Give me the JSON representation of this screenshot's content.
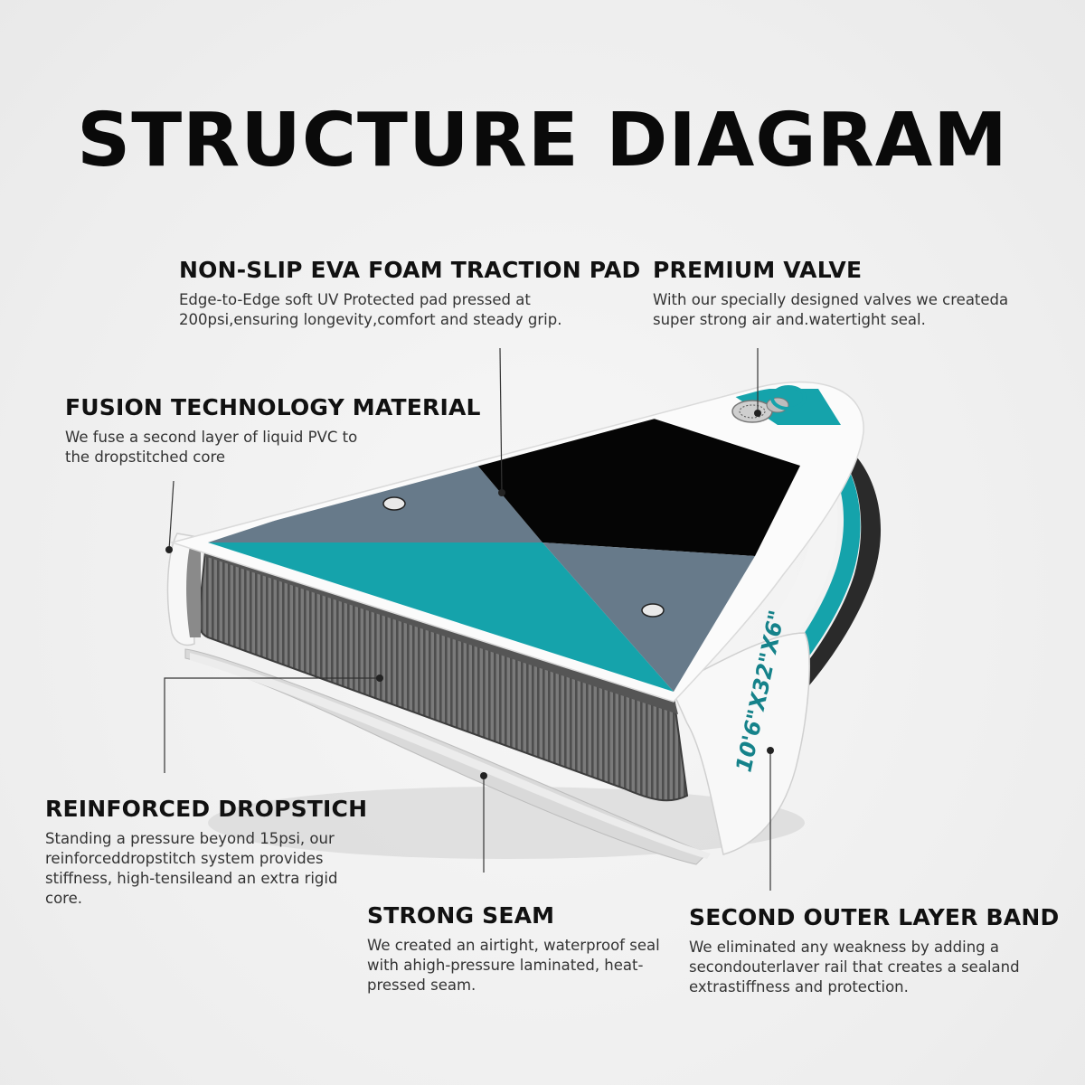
{
  "title": "STRUCTURE DIAGRAM",
  "callouts": {
    "traction": {
      "heading": "NON-SLIP EVA FOAM TRACTION PAD",
      "text": "Edge-to-Edge soft UV Protected pad pressed at 200psi,ensuring longevity,comfort and steady grip."
    },
    "valve": {
      "heading": "PREMIUM VALVE",
      "text": "With our specially designed valves we createda super strong air and.watertight seal."
    },
    "fusion": {
      "heading": "FUSION TECHNOLOGY MATERIAL",
      "text": "We fuse a second layer of liquid PVC to the dropstitched core"
    },
    "dropstitch": {
      "heading": "REINFORCED DROPSTICH",
      "text": "Standing a pressure beyond 15psi, our reinforceddropstitch system provides stiffness, high-tensileand an extra rigid core."
    },
    "seam": {
      "heading": "STRONG SEAM",
      "text": "We created an airtight, waterproof seal with ahigh-pressure laminated, heat-pressed seam."
    },
    "band": {
      "heading": "SECOND OUTER LAYER BAND",
      "text": "We eliminated any weakness by adding a secondouterlaver rail that creates a sealand extrastiffness and protection."
    }
  },
  "board": {
    "size_label": "10'6\"X32\"X6\"",
    "colors": {
      "teal": "#15a3ab",
      "slate": "#677a8a",
      "black": "#050505",
      "white": "#fbfbfb",
      "core": "#6e6e6e"
    }
  }
}
